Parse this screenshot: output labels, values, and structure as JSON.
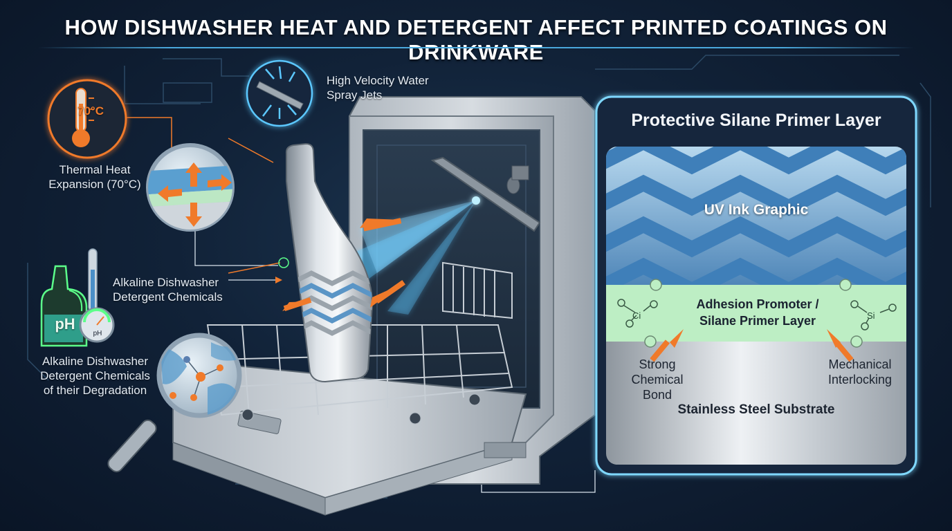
{
  "title": "HOW DISHWASHER HEAT AND DETERGENT AFFECT PRINTED COATINGS ON DRINKWARE",
  "labels": {
    "spray": "High Velocity Water\nSpray Jets",
    "thermal_reading": "70°C",
    "thermal": "Thermal Heat\nExpansion (70°C)",
    "detergent_pointer": "Alkaline Dishwasher\nDetergent Chemicals",
    "bottle_ph": "pH",
    "gauge_ph": "pH",
    "degradation": "Alkaline Dishwasher\nDetergent Chemicals\nof their Degradation"
  },
  "panel": {
    "title": "Protective Silane Primer Layer",
    "ink_layer": "UV Ink Graphic",
    "primer_layer": "Adhesion Promoter /\nSilane Primer Layer",
    "substrate": "Stainless Steel Substrate",
    "chemical_bond": "Strong\nChemical\nBond",
    "mechanical": "Mechanical\nInterlocking",
    "molecule_left": "Ci",
    "molecule_right": "Si"
  },
  "colors": {
    "accent_orange": "#f07a2a",
    "glow_blue": "#5cc8ff",
    "ink_blue": "#4a8fc8",
    "primer_green": "#b8ecc0",
    "steel": "#c9ced4"
  }
}
